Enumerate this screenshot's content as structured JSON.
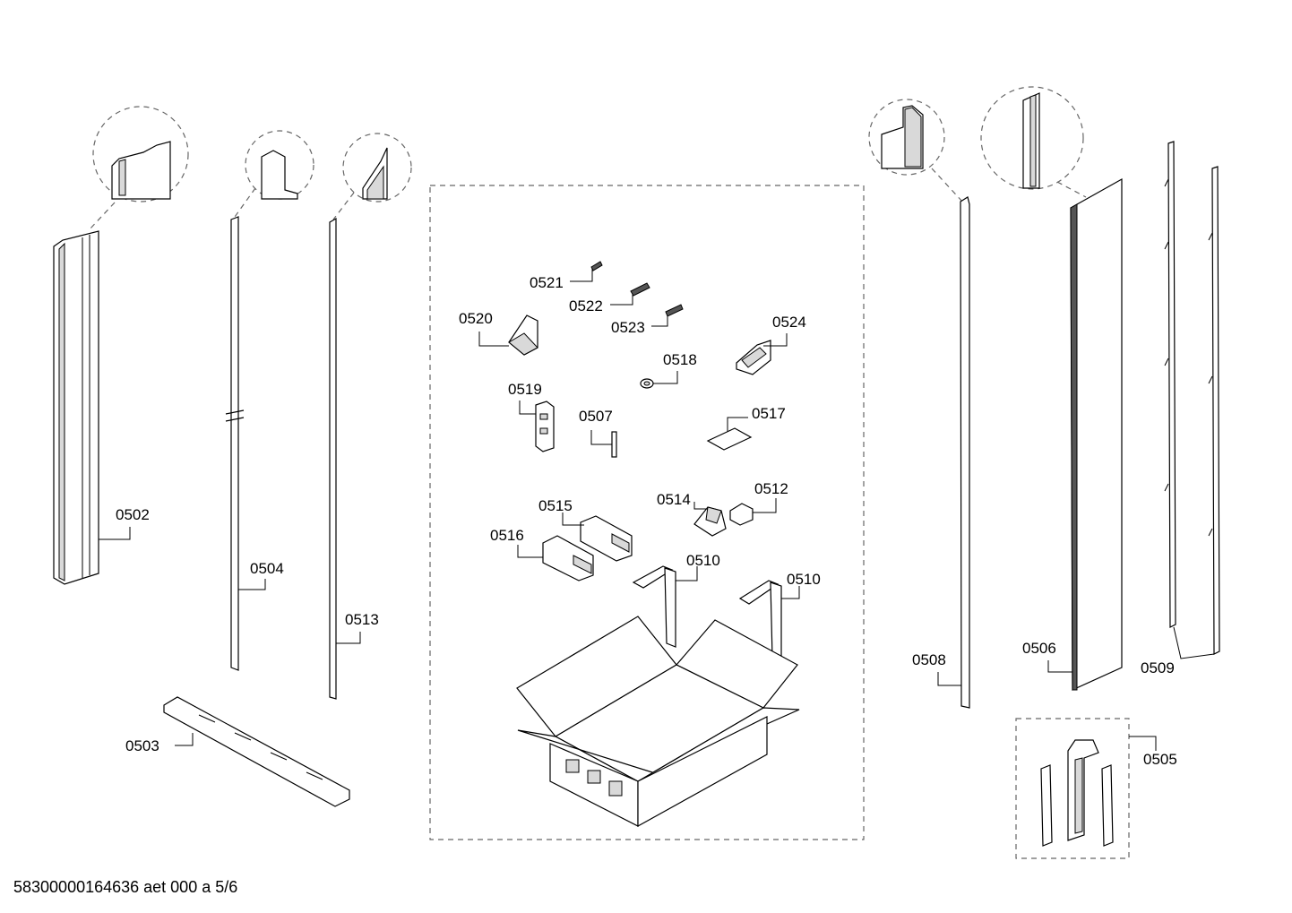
{
  "document_id": "58300000164636 aet 000 a 5/6",
  "labels": {
    "p0502": "0502",
    "p0503": "0503",
    "p0504": "0504",
    "p0505": "0505",
    "p0506": "0506",
    "p0507": "0507",
    "p0508": "0508",
    "p0509": "0509",
    "p0510a": "0510",
    "p0510b": "0510",
    "p0512": "0512",
    "p0513": "0513",
    "p0514": "0514",
    "p0515": "0515",
    "p0516": "0516",
    "p0517": "0517",
    "p0518": "0518",
    "p0519": "0519",
    "p0520": "0520",
    "p0521": "0521",
    "p0522": "0522",
    "p0523": "0523",
    "p0524": "0524"
  }
}
